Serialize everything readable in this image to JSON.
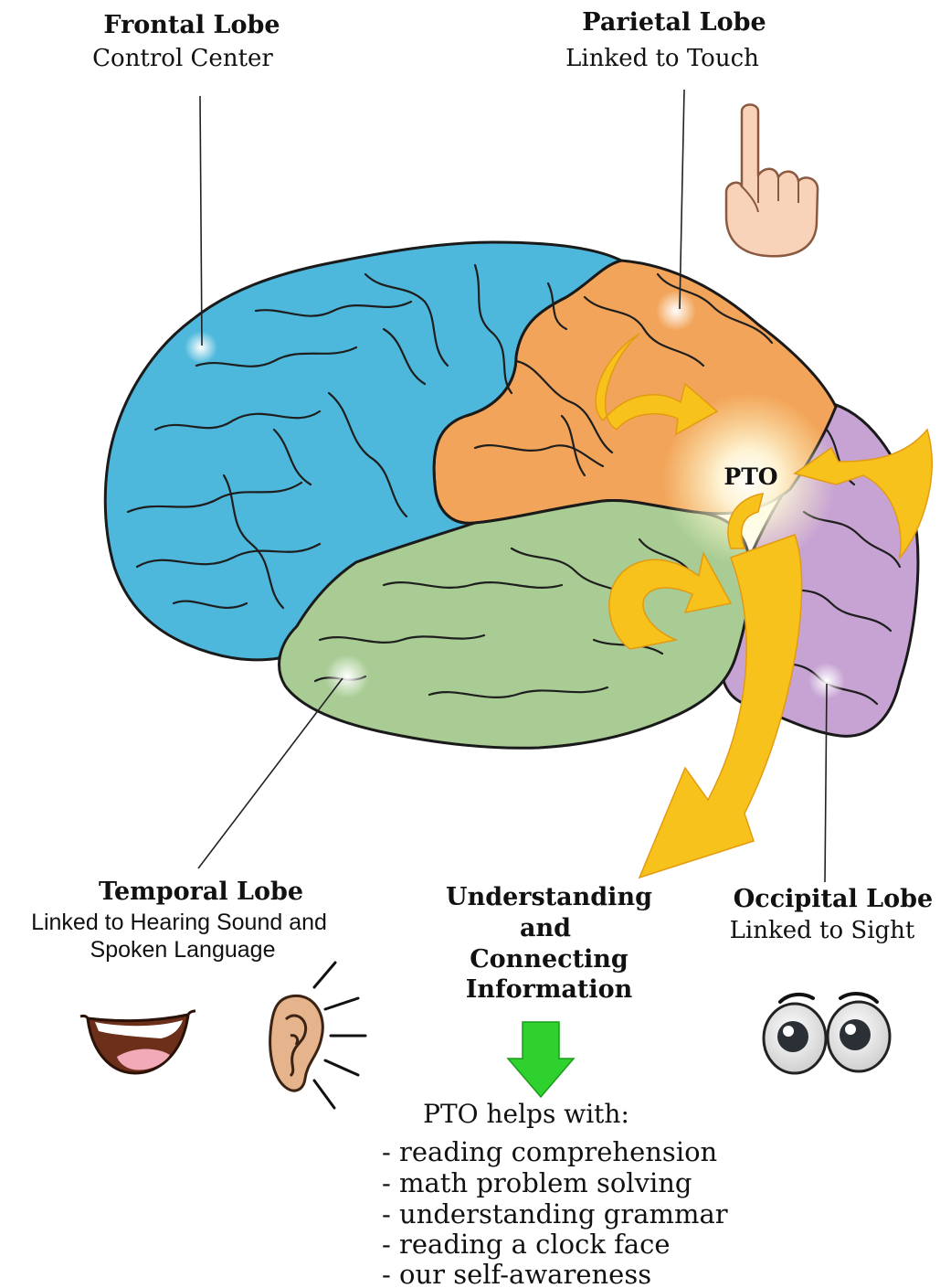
{
  "labels": {
    "frontal": {
      "title": "Frontal Lobe",
      "subtitle": "Control Center"
    },
    "parietal": {
      "title": "Parietal Lobe",
      "subtitle": "Linked to Touch"
    },
    "temporal": {
      "title": "Temporal Lobe",
      "subtitle_line1": "Linked to Hearing Sound and",
      "subtitle_line2": "Spoken Language"
    },
    "occipital": {
      "title": "Occipital Lobe",
      "subtitle": "Linked to Sight"
    },
    "pto": "PTO"
  },
  "understanding": {
    "line1": "Understanding",
    "line2": "and",
    "line3": "Connecting",
    "line4": "Information"
  },
  "helps": {
    "heading": "PTO helps with:",
    "items": [
      "- reading comprehension",
      "- math problem solving",
      "- understanding grammar",
      "- reading a clock face",
      "- our self-awareness"
    ]
  },
  "colors": {
    "frontal": "#4db8dc",
    "parietal": "#f2a55a",
    "temporal": "#a8cc94",
    "occipital": "#c7a3d4",
    "arrows": "#f8c21c",
    "down_arrow": "#2ed12e"
  },
  "icons": [
    "pointing-finger-icon",
    "mouth-icon",
    "ear-icon",
    "eyes-icon"
  ]
}
